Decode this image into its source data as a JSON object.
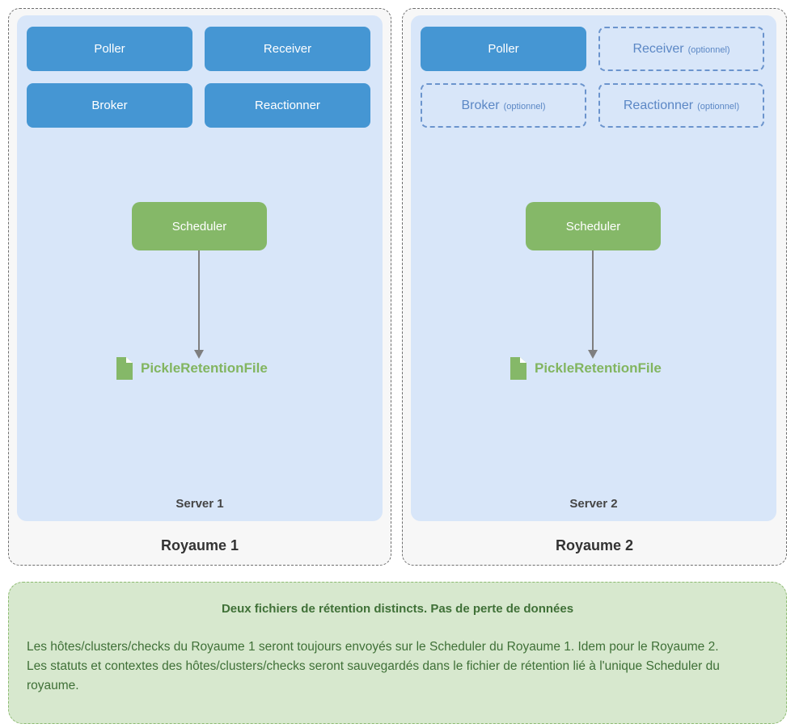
{
  "realms": [
    {
      "title": "Royaume 1",
      "server_label": "Server 1",
      "scheduler_label": "Scheduler",
      "retention_file_label": "PickleRetentionFile",
      "components": [
        {
          "label": "Poller"
        },
        {
          "label": "Receiver"
        },
        {
          "label": "Broker"
        },
        {
          "label": "Reactionner"
        }
      ]
    },
    {
      "title": "Royaume 2",
      "server_label": "Server 2",
      "scheduler_label": "Scheduler",
      "retention_file_label": "PickleRetentionFile",
      "components": [
        {
          "label": "Poller"
        },
        {
          "label": "Receiver",
          "optional_label": "(optionnel)"
        },
        {
          "label": "Broker",
          "optional_label": "(optionnel)"
        },
        {
          "label": "Reactionner",
          "optional_label": "(optionnel)"
        }
      ]
    }
  ],
  "note": {
    "title": "Deux fichiers de rétention distincts. Pas de perte de données",
    "paragraphs": [
      "Les hôtes/clusters/checks du Royaume 1 seront toujours envoyés sur le Scheduler du Royaume 1. Idem pour le Royaume 2.",
      "Les statuts et contextes des hôtes/clusters/checks seront sauvegardés dans le fichier de rétention lié à l'unique Scheduler du royaume."
    ]
  },
  "colors": {
    "component_blue": "#4596d3",
    "server_bg_blue": "#d8e6f9",
    "dashed_blue": "#6b94cd",
    "dashed_text_blue": "#5b87c5",
    "scheduler_green": "#85b868",
    "retention_text_green": "#82b560",
    "note_bg_green": "#d7e8ce",
    "note_text_green": "#3f7037",
    "arrow_gray": "#7f7f7f"
  }
}
